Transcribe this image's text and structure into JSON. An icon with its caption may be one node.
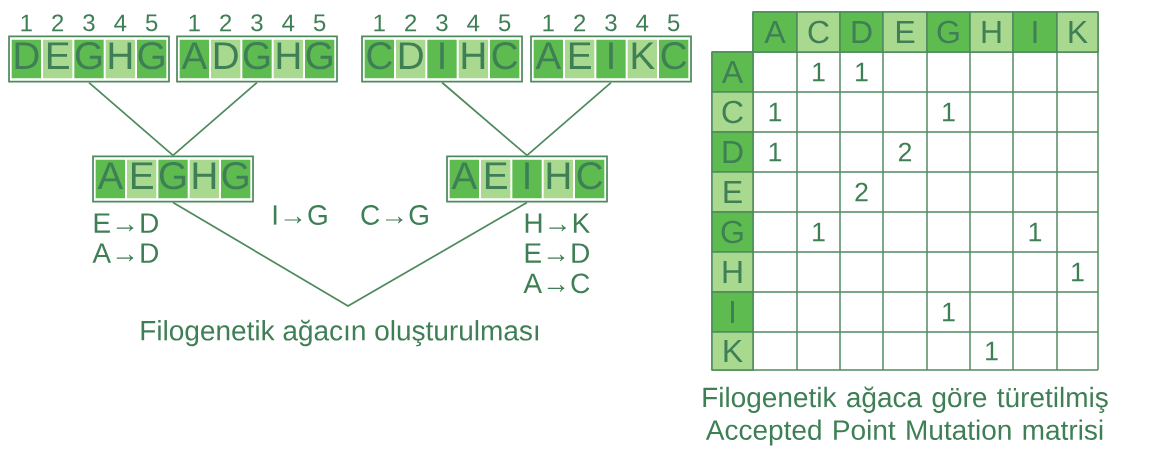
{
  "diagram": {
    "nodes": [
      {
        "text": [
          "D",
          "E",
          "G",
          "H",
          "G"
        ],
        "beside": [
          "1",
          "2",
          "3",
          "4",
          "5"
        ]
      },
      {
        "text": [
          "A",
          "D",
          "G",
          "H",
          "G"
        ],
        "beside": [
          "1",
          "2",
          "3",
          "4",
          "5"
        ]
      },
      {
        "text": [
          "C",
          "D",
          "I",
          "H",
          "C"
        ],
        "beside": [
          "1",
          "2",
          "3",
          "4",
          "5"
        ]
      },
      {
        "text": [
          "A",
          "E",
          "I",
          "K",
          "C"
        ],
        "beside": [
          "1",
          "2",
          "3",
          "4",
          "5"
        ]
      },
      {
        "text": [
          "A",
          "E",
          "G",
          "H",
          "G"
        ],
        "beside": [
          "E→D",
          "A→D"
        ]
      },
      {
        "text": [
          "A",
          "E",
          "I",
          "H",
          "C"
        ],
        "beside": [
          "H→K",
          "E→D",
          "A→C"
        ]
      }
    ],
    "edges": [
      {
        "from": 0,
        "to": 4,
        "arrow": "none"
      },
      {
        "from": 1,
        "to": 4,
        "arrow": "none"
      },
      {
        "from": 2,
        "to": 5,
        "arrow": "none"
      },
      {
        "from": 3,
        "to": 5,
        "arrow": "none"
      },
      {
        "from": 4,
        "to": 5,
        "arrow": "none"
      }
    ],
    "labels": [
      "I→G",
      "C→G",
      "Filogenetik ağacın oluşturulması",
      "A",
      "C",
      "D",
      "E",
      "G",
      "H",
      "I",
      "K",
      "A",
      "1",
      "1",
      "C",
      "1",
      "1",
      "D",
      "1",
      "2",
      "E",
      "2",
      "G",
      "1",
      "1",
      "H",
      "1",
      "I",
      "1",
      "K",
      "1",
      "Filogenetik ağaca göre türetilmiş Accepted Point Mutation matrisi"
    ]
  }
}
